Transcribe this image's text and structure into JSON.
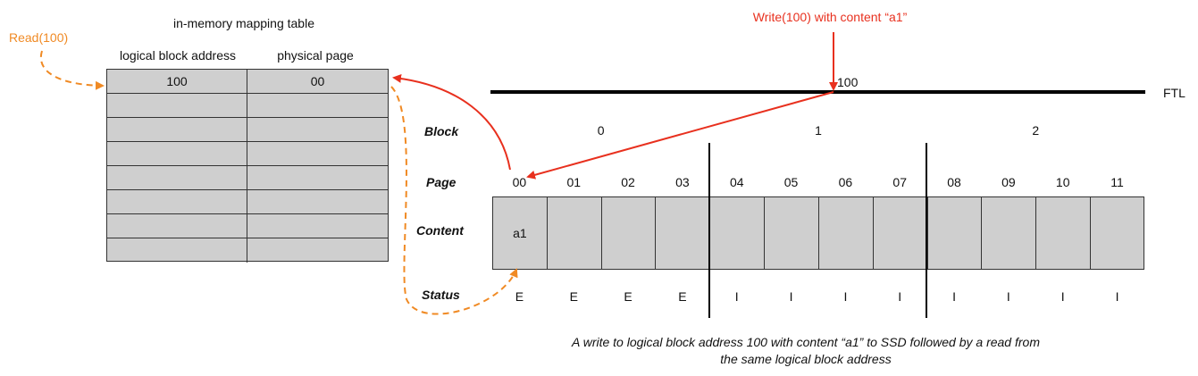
{
  "mapping_table": {
    "title": "in-memory mapping table",
    "headers": [
      "logical block address",
      "physical page"
    ],
    "rows": [
      [
        "100",
        "00"
      ],
      [
        "",
        ""
      ],
      [
        "",
        ""
      ],
      [
        "",
        ""
      ],
      [
        "",
        ""
      ],
      [
        "",
        ""
      ],
      [
        "",
        ""
      ],
      [
        "",
        ""
      ]
    ]
  },
  "read_label": "Read(100)",
  "write_label": "Write(100) with content “a1”",
  "ftl": {
    "label": "FTL",
    "address_label": "100"
  },
  "row_labels": {
    "block": "Block",
    "page": "Page",
    "content": "Content",
    "status": "Status"
  },
  "blocks": [
    "0",
    "1",
    "2"
  ],
  "pages": [
    "00",
    "01",
    "02",
    "03",
    "04",
    "05",
    "06",
    "07",
    "08",
    "09",
    "10",
    "11"
  ],
  "contents": [
    "a1",
    "",
    "",
    "",
    "",
    "",
    "",
    "",
    "",
    "",
    "",
    ""
  ],
  "statuses": [
    "E",
    "E",
    "E",
    "E",
    "I",
    "I",
    "I",
    "I",
    "I",
    "I",
    "I",
    "I"
  ],
  "caption_lines": [
    "A write to logical block address 100 with content “a1” to SSD followed by a read from",
    "the same logical block address"
  ],
  "colors": {
    "read_arrow": "#f08a24",
    "write_arrow": "#e8301e",
    "cell_fill": "#cfcfcf"
  }
}
